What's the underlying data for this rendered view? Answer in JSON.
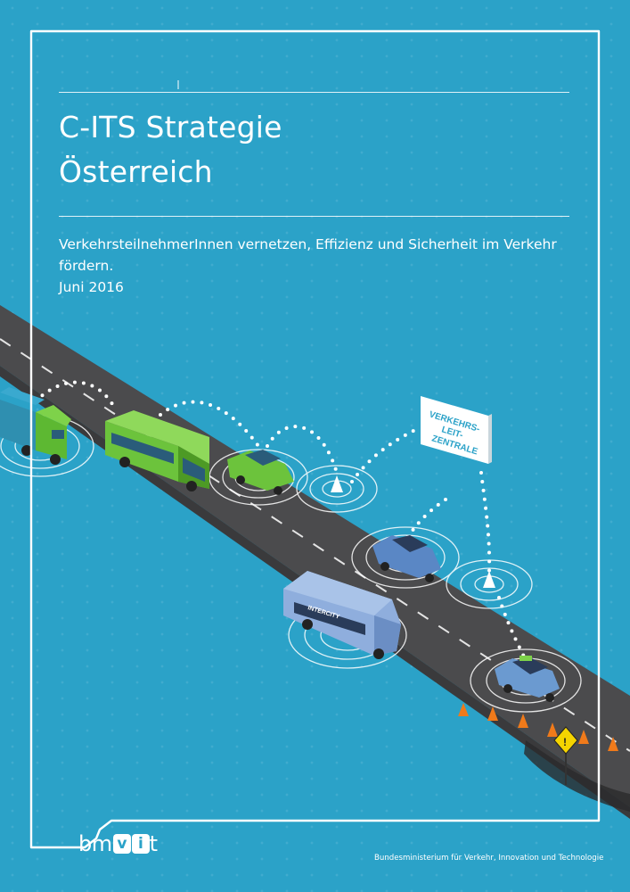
{
  "cover": {
    "title_line1": "C-ITS Strategie",
    "title_line2": "Österreich",
    "subtitle_line1": "VerkehrsteilnehmerInnen vernetzen, Effizienz und Sicherheit im Verkehr fördern.",
    "subtitle_line2": "Juni 2016"
  },
  "illustration": {
    "sign_line1": "VERKEHRS-",
    "sign_line2": "LEIT-",
    "sign_line3": "ZENTRALE",
    "bus_label": "INTERCITY"
  },
  "logo": {
    "prefix": "bm",
    "badge_v": "v",
    "badge_i": "i",
    "suffix": "t"
  },
  "footer": {
    "ministry": "Bundesministerium für Verkehr, Innovation und Technologie"
  },
  "colors": {
    "background": "#2ba2c8",
    "road": "#4a4a4c",
    "frame": "#ffffff"
  }
}
